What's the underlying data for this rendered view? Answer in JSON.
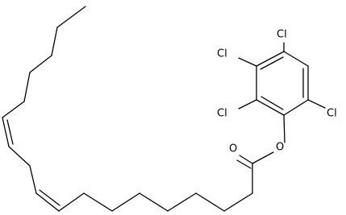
{
  "molecule": {
    "atoms": {
      "cl_top": "Cl",
      "cl_upper_left": "Cl",
      "cl_lower_left": "Cl",
      "cl_right": "Cl",
      "ester_oxygen": "O",
      "carbonyl_oxygen": "O"
    }
  }
}
